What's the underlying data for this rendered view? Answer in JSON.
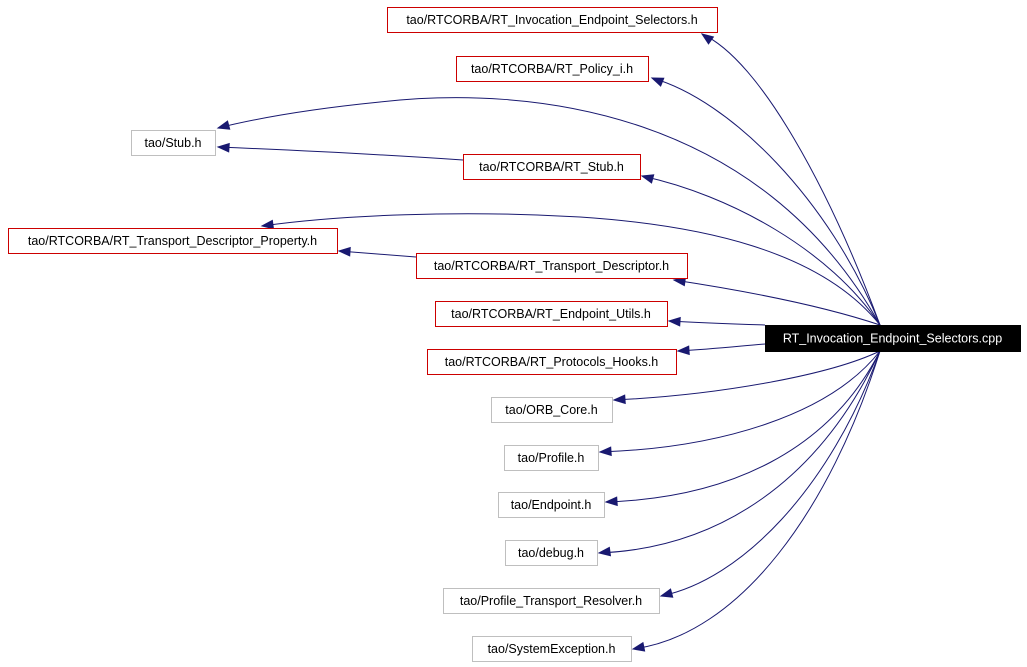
{
  "diagram": {
    "root": {
      "label": "RT_Invocation_Endpoint_Selectors.cpp",
      "style": "root"
    },
    "nodes": [
      {
        "id": "n1",
        "label": "tao/RTCORBA/RT_Invocation_Endpoint_Selectors.h",
        "style": "red"
      },
      {
        "id": "n2",
        "label": "tao/RTCORBA/RT_Policy_i.h",
        "style": "red"
      },
      {
        "id": "n3",
        "label": "tao/Stub.h",
        "style": "gray"
      },
      {
        "id": "n4",
        "label": "tao/RTCORBA/RT_Stub.h",
        "style": "red"
      },
      {
        "id": "n5",
        "label": "tao/RTCORBA/RT_Transport_Descriptor_Property.h",
        "style": "red"
      },
      {
        "id": "n6",
        "label": "tao/RTCORBA/RT_Transport_Descriptor.h",
        "style": "red"
      },
      {
        "id": "n7",
        "label": "tao/RTCORBA/RT_Endpoint_Utils.h",
        "style": "red"
      },
      {
        "id": "n8",
        "label": "tao/RTCORBA/RT_Protocols_Hooks.h",
        "style": "red"
      },
      {
        "id": "n9",
        "label": "tao/ORB_Core.h",
        "style": "gray"
      },
      {
        "id": "n10",
        "label": "tao/Profile.h",
        "style": "gray"
      },
      {
        "id": "n11",
        "label": "tao/Endpoint.h",
        "style": "gray"
      },
      {
        "id": "n12",
        "label": "tao/debug.h",
        "style": "gray"
      },
      {
        "id": "n13",
        "label": "tao/Profile_Transport_Resolver.h",
        "style": "gray"
      },
      {
        "id": "n14",
        "label": "tao/SystemException.h",
        "style": "gray"
      }
    ],
    "edges": [
      {
        "from": "root",
        "to": "n1"
      },
      {
        "from": "root",
        "to": "n2"
      },
      {
        "from": "root",
        "to": "n3"
      },
      {
        "from": "root",
        "to": "n4"
      },
      {
        "from": "n4",
        "to": "n3"
      },
      {
        "from": "root",
        "to": "n5"
      },
      {
        "from": "root",
        "to": "n6"
      },
      {
        "from": "n6",
        "to": "n5"
      },
      {
        "from": "root",
        "to": "n7"
      },
      {
        "from": "root",
        "to": "n8"
      },
      {
        "from": "root",
        "to": "n9"
      },
      {
        "from": "root",
        "to": "n10"
      },
      {
        "from": "root",
        "to": "n11"
      },
      {
        "from": "root",
        "to": "n12"
      },
      {
        "from": "root",
        "to": "n13"
      },
      {
        "from": "root",
        "to": "n14"
      }
    ],
    "colors": {
      "edge": "#191970",
      "red_border": "#cc0000",
      "gray_border": "#bfbfbf",
      "root_fill": "#000000",
      "root_text": "#ffffff",
      "node_fill": "#ffffff",
      "node_text": "#000000"
    }
  }
}
